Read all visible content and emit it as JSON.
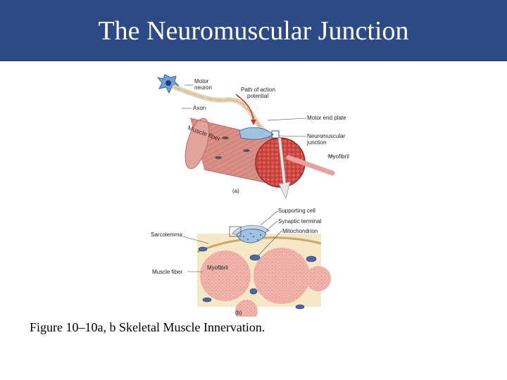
{
  "slide": {
    "title": "The Neuromuscular Junction",
    "caption": "Figure 10–10a, b Skeletal Muscle Innervation."
  },
  "figure_a": {
    "labels": {
      "motor_neuron_1": "Motor",
      "motor_neuron_2": "neuron",
      "path_1": "Path of action",
      "path_2": "potential",
      "axon": "Axon",
      "motor_end_plate": "Motor end plate",
      "nmj_1": "Neuromuscular",
      "nmj_2": "junction",
      "myofibril": "Myofibril",
      "muscle_fiber": "Muscle fiber",
      "panel": "(a)"
    }
  },
  "figure_b": {
    "labels": {
      "supporting_cell": "Supporting cell",
      "synaptic_terminal": "Synaptic terminal",
      "mitochondrion": "Mitochondrion",
      "sarcolemma": "Sarcolemma",
      "muscle_fiber": "Muscle fiber",
      "myofibril": "Myofibril",
      "panel": "(b)"
    }
  },
  "colors": {
    "header": "#2c4a86",
    "muscle": "#d98f86",
    "myofibril": "#e7a39b",
    "nerve": "#e9dcc0",
    "synapse": "#9fc3de",
    "arrow": "#c8302a"
  }
}
